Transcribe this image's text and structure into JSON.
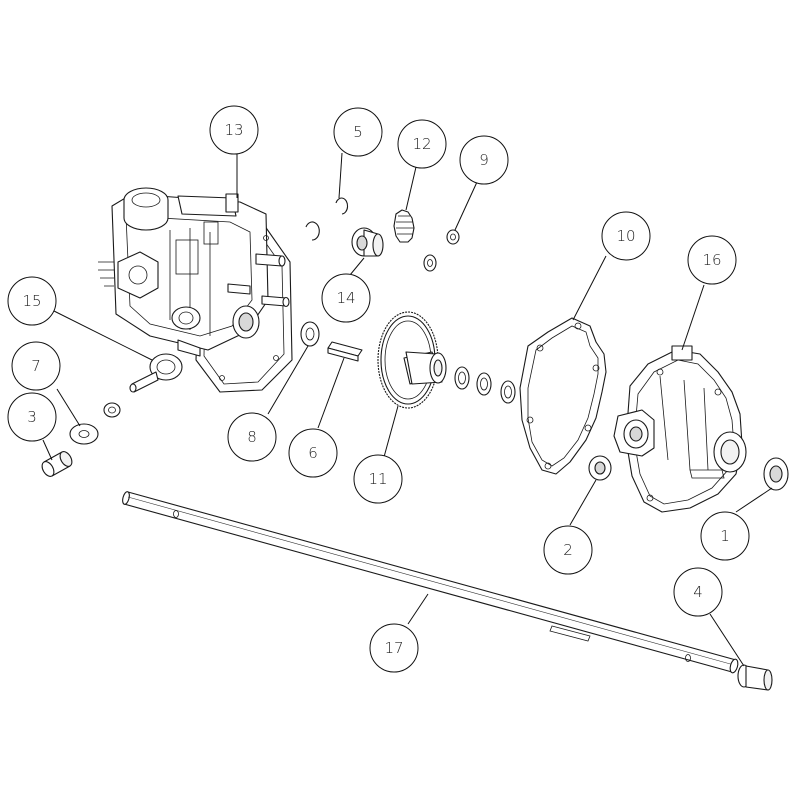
{
  "callouts": [
    {
      "id": "c1",
      "label": "1"
    },
    {
      "id": "c2",
      "label": "2"
    },
    {
      "id": "c3",
      "label": "3"
    },
    {
      "id": "c4",
      "label": "4"
    },
    {
      "id": "c5",
      "label": "5"
    },
    {
      "id": "c6",
      "label": "6"
    },
    {
      "id": "c7",
      "label": "7"
    },
    {
      "id": "c8",
      "label": "8"
    },
    {
      "id": "c9",
      "label": "9"
    },
    {
      "id": "c10",
      "label": "10"
    },
    {
      "id": "c11",
      "label": "11"
    },
    {
      "id": "c12",
      "label": "12"
    },
    {
      "id": "c13",
      "label": "13"
    },
    {
      "id": "c14",
      "label": "14"
    },
    {
      "id": "c15",
      "label": "15"
    },
    {
      "id": "c16",
      "label": "16"
    },
    {
      "id": "c17",
      "label": "17"
    }
  ],
  "colors": {
    "line": "#1a1a1a",
    "background": "#ffffff"
  }
}
